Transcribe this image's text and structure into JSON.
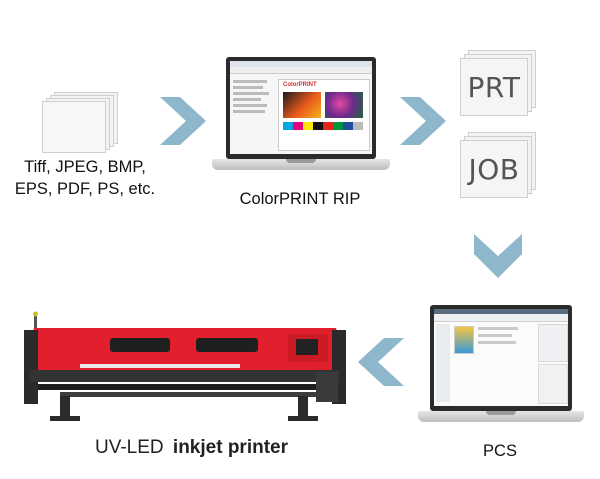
{
  "labels": {
    "input_formats_line1": "Tiff, JPEG, BMP,",
    "input_formats_line2": "EPS, PDF, PS, etc.",
    "rip": "ColorPRINT RIP",
    "prt": "PRT",
    "job": "JOB",
    "pcs": "PCS",
    "printer_prefix": "UV-LED",
    "printer_suffix": "inkjet printer",
    "rip_screen_brand": "ColorPRINT"
  },
  "colors": {
    "arrow": "#8fb7cc",
    "printer_red": "#e21f2c",
    "printer_body": "#2a2a2a"
  },
  "icons": [
    "document-stack-icon",
    "chevron-right-icon",
    "laptop-icon",
    "chevron-down-icon",
    "chevron-left-icon",
    "printer-icon"
  ]
}
